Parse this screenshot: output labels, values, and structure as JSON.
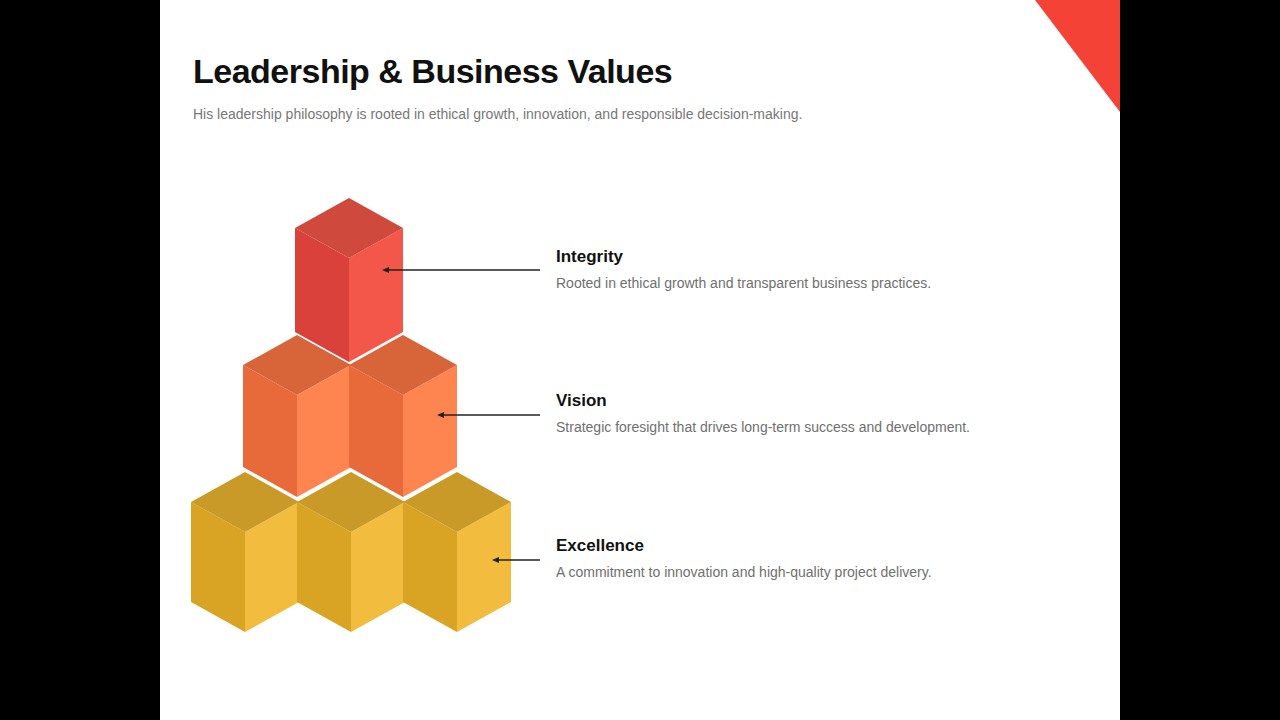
{
  "diagram": {
    "title": "Leadership & Business Values",
    "labels": [
      "His leadership philosophy is rooted in ethical growth, innovation, and responsible decision-making.",
      "Integrity",
      "Rooted in ethical growth and transparent business practices.",
      "Vision",
      "Strategic foresight that drives long-term success and development.",
      "Excellence",
      "A commitment to innovation and high-quality project delivery."
    ]
  }
}
